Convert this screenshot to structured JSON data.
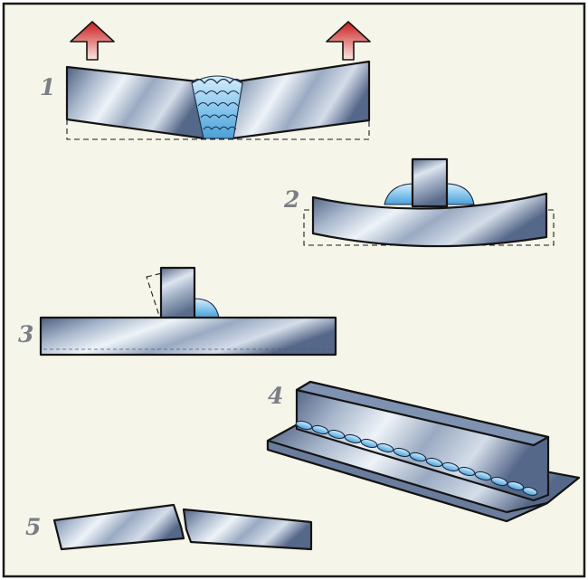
{
  "colors": {
    "background": "#f5f5ea",
    "frame": "#1a1a1a",
    "metal_light": "#eaf1f8",
    "metal_mid": "#9fb0c8",
    "metal_dark": "#4d5f80",
    "weld_light": "#cfeaf9",
    "weld_mid": "#6fb8e8",
    "arrow_top": "#c61d1d",
    "arrow_bottom": "#fde6e0",
    "label": "#7b7f85"
  },
  "figures": [
    {
      "id": "angular-distortion-butt-weld",
      "label": "1"
    },
    {
      "id": "fillet-weld-bowing",
      "label": "2"
    },
    {
      "id": "tee-joint-rotation",
      "label": "3"
    },
    {
      "id": "longitudinal-fillet-weld-tee",
      "label": "4"
    },
    {
      "id": "butt-joint-misalignment",
      "label": "5"
    }
  ]
}
